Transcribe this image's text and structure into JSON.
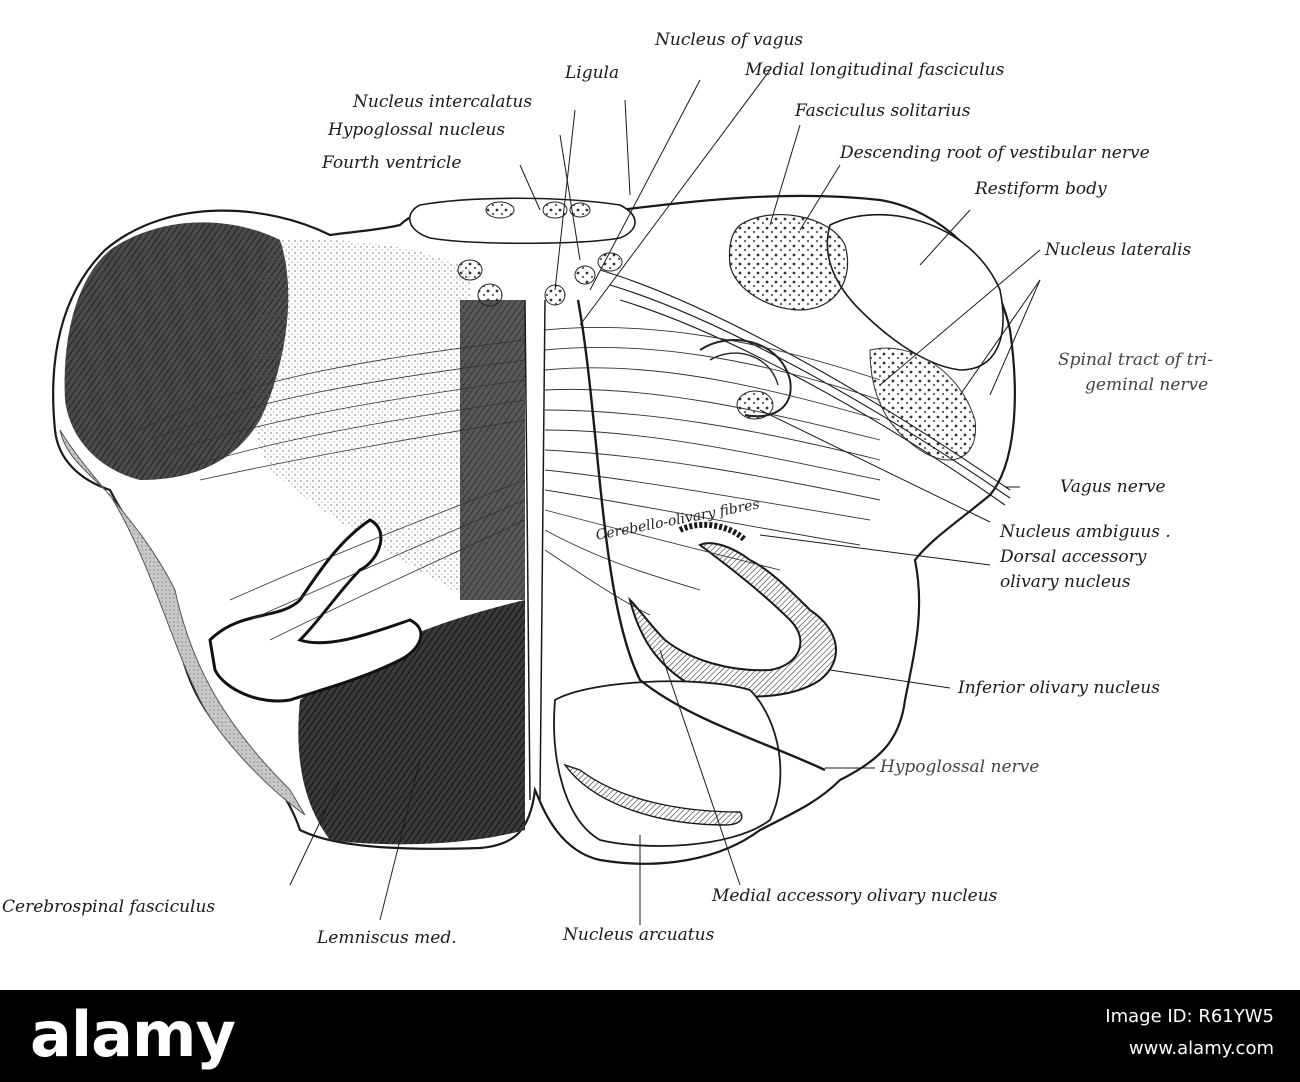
{
  "labels": {
    "nucleus_of_vagus": "Nucleus of vagus",
    "ligula": "Ligula",
    "medial_longitudinal_fasciculus": "Medial longitudinal fasciculus",
    "nucleus_intercalatus": "Nucleus intercalatus",
    "hypoglossal_nucleus": "Hypoglossal nucleus",
    "fourth_ventricle": "Fourth ventricle",
    "fasciculus_solitarius": "Fasciculus solitarius",
    "descending_root_vestibular": "Descending root of vestibular nerve",
    "restiform_body": "Restiform body",
    "nucleus_lateralis": "Nucleus lateralis",
    "spinal_tract_line1": "Spinal tract of tri-",
    "spinal_tract_line2": "geminal nerve",
    "vagus_nerve": "Vagus nerve",
    "nucleus_ambiguus": "Nucleus ambiguus .",
    "dorsal_accessory_line1": "Dorsal accessory",
    "dorsal_accessory_line2": "olivary nucleus",
    "inferior_olivary_nucleus": "Inferior olivary nucleus",
    "hypoglossal_nerve": "Hypoglossal nerve",
    "cerebrospinal_fasciculus": "Cerebrospinal fasciculus",
    "lemniscus_med": "Lemniscus med.",
    "nucleus_arcuatus": "Nucleus arcuatus",
    "medial_accessory_olivary": "Medial accessory olivary nucleus",
    "cerebello_olivary_fibres": "Cerebello-olivary fibres"
  },
  "watermark": {
    "logo": "alamy",
    "image_id": "Image ID: R61YW5",
    "url": "www.alamy.com"
  },
  "colors": {
    "ink": "#1a1a1a",
    "paper": "#ffffff",
    "footer": "#000000"
  }
}
